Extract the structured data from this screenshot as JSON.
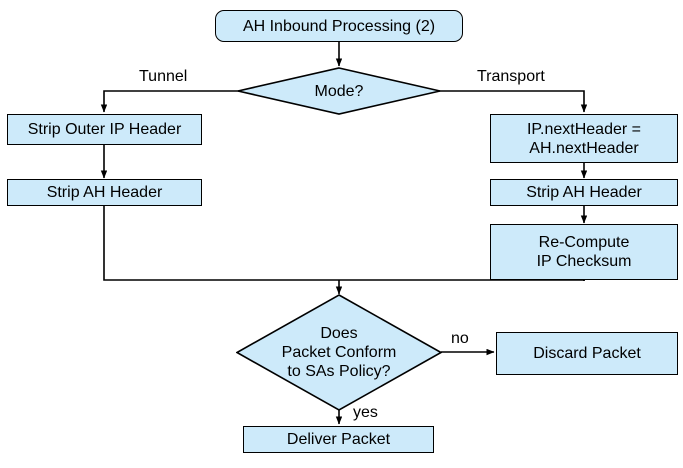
{
  "diagram": {
    "title": "AH Inbound Processing (2)",
    "colors": {
      "node_fill": "#cdeafa",
      "node_stroke": "#000000",
      "background": "#ffffff",
      "text": "#000000"
    },
    "nodes": {
      "start": {
        "label": "AH Inbound Processing (2)",
        "shape": "rounded-rectangle"
      },
      "mode_decision": {
        "label": "Mode?",
        "shape": "diamond"
      },
      "strip_outer_ip_header": {
        "label": "Strip Outer IP Header",
        "shape": "rectangle"
      },
      "strip_ah_header_tunnel": {
        "label": "Strip AH Header",
        "shape": "rectangle"
      },
      "ip_nextheader_assign": {
        "label": "IP.nextHeader =\nAH.nextHeader",
        "shape": "rectangle"
      },
      "strip_ah_header_transport": {
        "label": "Strip AH Header",
        "shape": "rectangle"
      },
      "recompute_ip_checksum": {
        "label": "Re-Compute\nIP Checksum",
        "shape": "rectangle"
      },
      "policy_decision": {
        "label": "Does\nPacket Conform\nto SAs Policy?",
        "shape": "diamond"
      },
      "discard_packet": {
        "label": "Discard Packet",
        "shape": "rectangle"
      },
      "deliver_packet": {
        "label": "Deliver Packet",
        "shape": "rectangle"
      }
    },
    "edge_labels": {
      "tunnel": "Tunnel",
      "transport": "Transport",
      "no": "no",
      "yes": "yes"
    }
  }
}
